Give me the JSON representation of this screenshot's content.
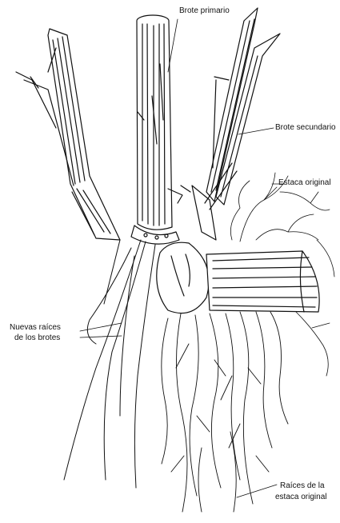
{
  "labels": {
    "primary_shoot": "Brote primario",
    "secondary_shoot": "Brote secundario",
    "original_cutting": "Estaca original",
    "new_roots_line1": "Nuevas raíces",
    "new_roots_line2": "de los brotes",
    "cutting_roots_line1": "Raíces de la",
    "cutting_roots_line2": "estaca original"
  }
}
